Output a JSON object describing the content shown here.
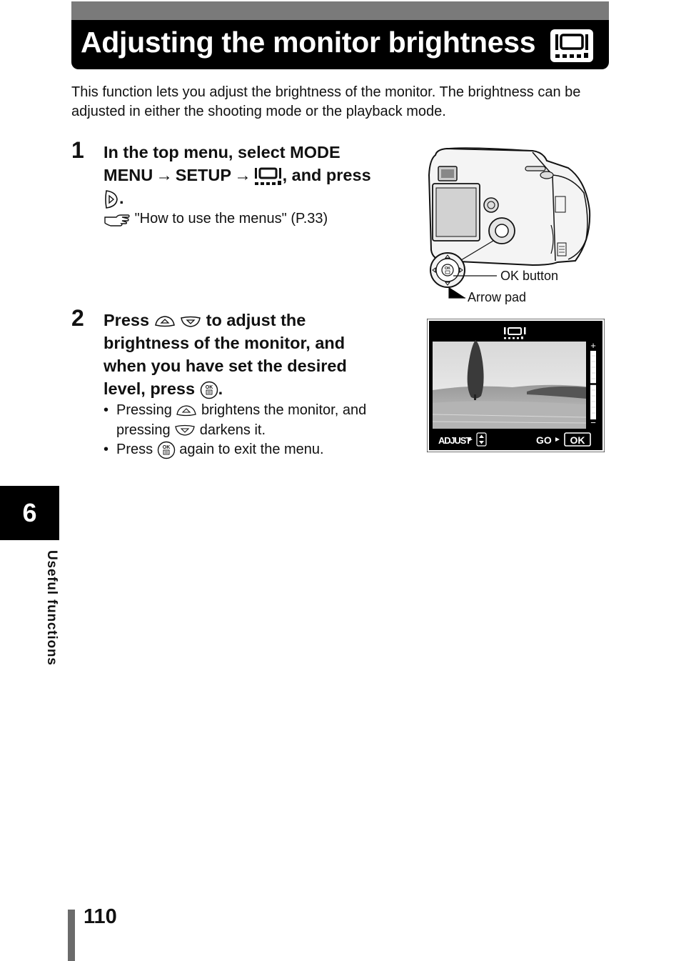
{
  "header": {
    "title": "Adjusting the monitor brightness",
    "icon": "monitor-brightness-icon"
  },
  "intro": "This function lets you adjust the brightness of the monitor. The brightness can be adjusted in either the shooting mode or the playback mode.",
  "step1": {
    "number": "1",
    "line1": "In the top menu, select MODE",
    "line2_a": "MENU",
    "arrow": "→",
    "line2_b": "SETUP",
    "line2_c": ", and press",
    "line3_end": ".",
    "ref_text": "\"How to use the menus\" (P.33)"
  },
  "camera_figure": {
    "ok_button_label": "OK button",
    "arrow_pad_label": "Arrow pad",
    "ok_glyph": "OK"
  },
  "step2": {
    "number": "2",
    "line1_a": "Press",
    "line1_b": "to adjust the",
    "line2": "brightness of the monitor, and",
    "line3": "when you have set the desired",
    "line4_a": "level, press",
    "line4_b": ".",
    "bullets": [
      {
        "a": "Pressing",
        "b": "brightens the monitor, and",
        "c": "pressing",
        "d": "darkens it."
      },
      {
        "a": "Press",
        "b": "again to exit the menu."
      }
    ]
  },
  "lcd": {
    "plus": "+",
    "minus": "−",
    "adjust_label": "ADJUST",
    "go_label": "GO",
    "ok_label": "OK"
  },
  "side": {
    "chapter": "6",
    "label": "Useful functions"
  },
  "page_number": "110"
}
